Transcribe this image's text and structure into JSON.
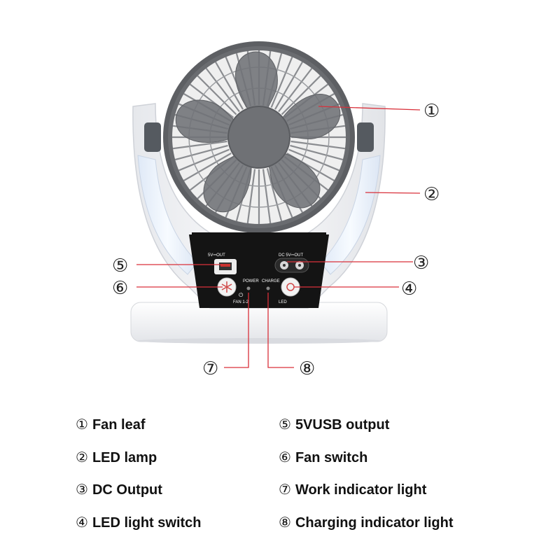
{
  "panel_labels": {
    "usb": "5V⎓OUT",
    "dc": "DC 5V⎓OUT",
    "power": "POWER",
    "charge": "CHARGE",
    "fan_mode": "FAN 1-2",
    "led": "LED"
  },
  "callouts": [
    "①",
    "②",
    "③",
    "④",
    "⑤",
    "⑥",
    "⑦",
    "⑧"
  ],
  "legend": [
    {
      "num": "①",
      "text": "Fan leaf"
    },
    {
      "num": "②",
      "text": "LED lamp"
    },
    {
      "num": "③",
      "text": "DC Output"
    },
    {
      "num": "④",
      "text": "LED light switch"
    },
    {
      "num": "⑤",
      "text": "5VUSB output"
    },
    {
      "num": "⑥",
      "text": "Fan switch"
    },
    {
      "num": "⑦",
      "text": "Work indicator light"
    },
    {
      "num": "⑧",
      "text": "Charging indicator light"
    }
  ],
  "colors": {
    "leader_line": "#d9303a",
    "fan_grey": "#6e6e6e",
    "body_white": "#f4f5f7",
    "control_panel": "#141414"
  }
}
